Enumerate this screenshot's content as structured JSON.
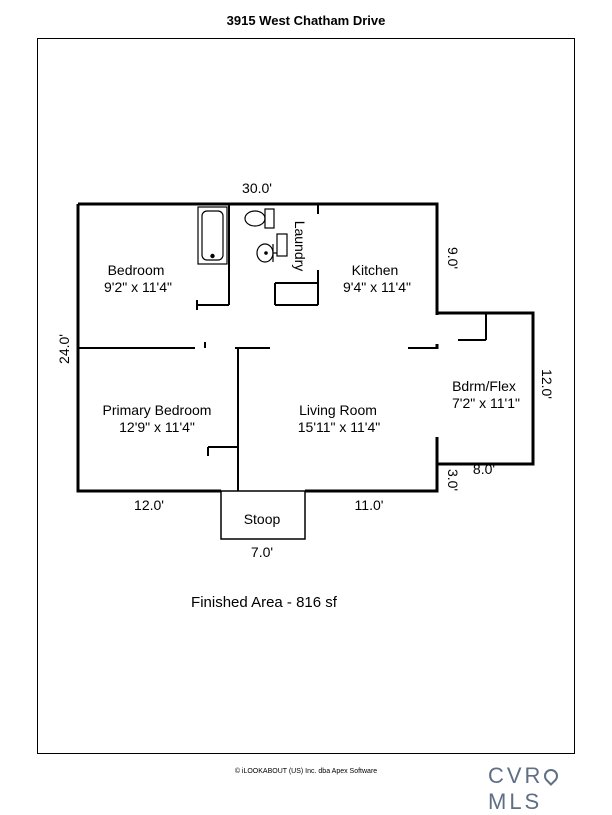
{
  "title": "3915 West Chatham Drive",
  "dimensions": {
    "top": "30.0'",
    "left": "24.0'",
    "right_upper": "9.0'",
    "bump_right": "12.0'",
    "bump_bottom": "8.0'",
    "right_lower": "3.0'",
    "bottom_left": "12.0'",
    "bottom_right": "11.0'",
    "stoop_width": "7.0'"
  },
  "rooms": {
    "bedroom": {
      "name": "Bedroom",
      "size": "9'2\" x 11'4\""
    },
    "laundry": {
      "name": "Laundry"
    },
    "kitchen": {
      "name": "Kitchen",
      "size": "9'4\" x 11'4\""
    },
    "primary_bedroom": {
      "name": "Primary Bedroom",
      "size": "12'9\" x 11'4\""
    },
    "living_room": {
      "name": "Living Room",
      "size": "15'11\" x 11'4\""
    },
    "flex": {
      "name": "Bdrm/Flex",
      "size": "7'2\" x 11'1\""
    },
    "stoop": {
      "name": "Stoop"
    }
  },
  "finished_area": "Finished Area - 816 sf",
  "copyright": "© iLOOKABOUT (US) Inc. dba Apex Software",
  "brand": {
    "left": "CVR",
    "right": "MLS"
  },
  "colors": {
    "wall": "#000000",
    "brand": "#5f6f84"
  }
}
